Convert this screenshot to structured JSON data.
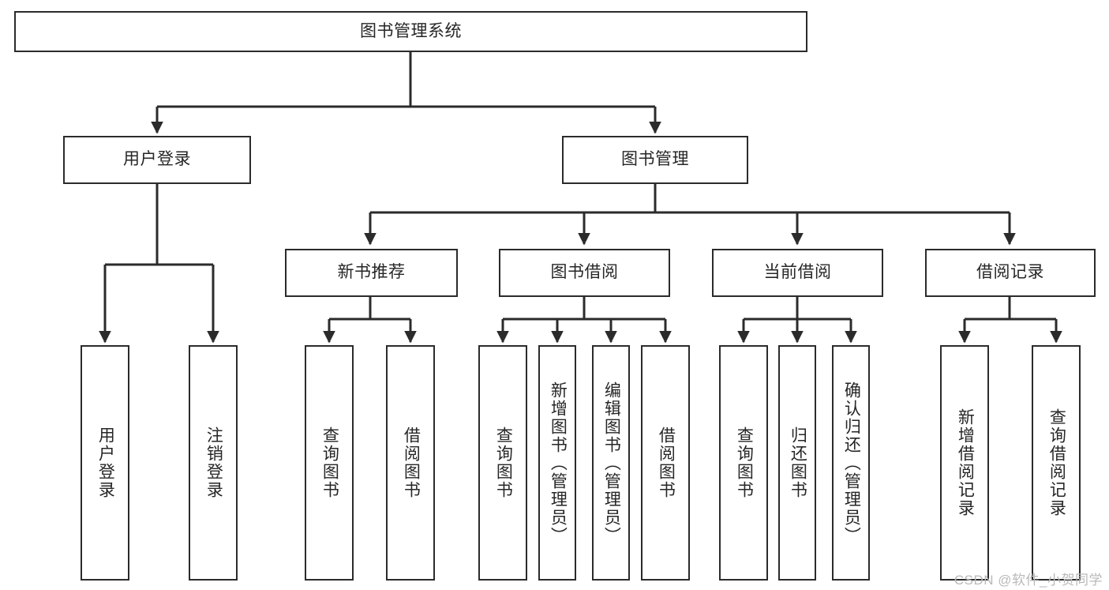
{
  "diagram": {
    "type": "tree",
    "title": "图书管理系统",
    "orientation": "top-down",
    "colors": {
      "box_border": "#2b2b2b",
      "box_fill": "#ffffff",
      "text": "#262626",
      "connector": "#2b2b2b",
      "watermark": "#b9b9b9",
      "background": "#ffffff"
    },
    "watermark": "CSDN @软件_小贺同学",
    "root": {
      "label": "图书管理系统"
    },
    "level1": [
      {
        "label": "用户登录"
      },
      {
        "label": "图书管理"
      }
    ],
    "level2": [
      {
        "label": "新书推荐"
      },
      {
        "label": "图书借阅"
      },
      {
        "label": "当前借阅"
      },
      {
        "label": "借阅记录"
      }
    ],
    "leaves": {
      "user_login": [
        {
          "label": "用户登录"
        },
        {
          "label": "注销登录"
        }
      ],
      "new_book_recommend": [
        {
          "label": "查询图书"
        },
        {
          "label": "借阅图书"
        }
      ],
      "book_borrow": [
        {
          "label": "查询图书"
        },
        {
          "label": "新增图书（管理员）"
        },
        {
          "label": "编辑图书（管理员）"
        },
        {
          "label": "借阅图书"
        }
      ],
      "current_borrow": [
        {
          "label": "查询图书"
        },
        {
          "label": "归还图书"
        },
        {
          "label": "确认归还（管理员）"
        }
      ],
      "borrow_record": [
        {
          "label": "新增借阅记录"
        },
        {
          "label": "查询借阅记录"
        }
      ]
    }
  }
}
